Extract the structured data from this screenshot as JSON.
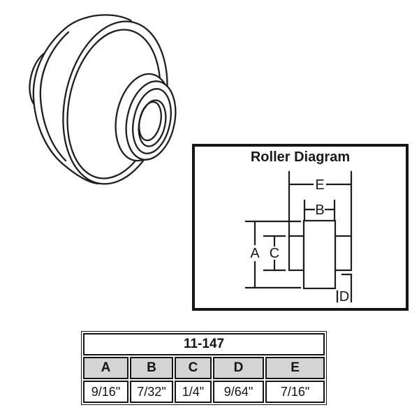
{
  "illustration": {
    "name": "roller-3d-line-drawing"
  },
  "diagram": {
    "title": "Roller Diagram",
    "labels": {
      "A": "A",
      "B": "B",
      "C": "C",
      "D": "D",
      "E": "E"
    }
  },
  "table": {
    "part_number": "11-147",
    "columns": [
      "A",
      "B",
      "C",
      "D",
      "E"
    ],
    "values": [
      "9/16\"",
      "7/32\"",
      "1/4\"",
      "9/64\"",
      "7/16\""
    ]
  },
  "colors": {
    "line": "#1f1f1f",
    "header_bg": "#d4d4d4",
    "border": "#141414",
    "page_bg": "#ffffff"
  }
}
